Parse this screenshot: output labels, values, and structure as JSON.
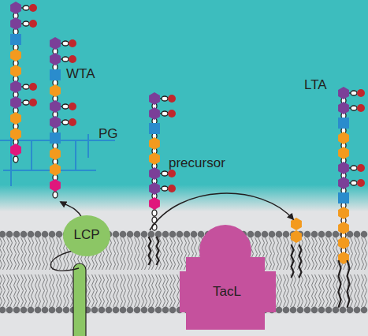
{
  "diagram": {
    "nodes": [
      {
        "text": [
          "LCP"
        ]
      },
      {
        "text": [
          "TacL"
        ]
      }
    ],
    "labels": [
      "WTA",
      "PG",
      "precursor",
      "LTA"
    ]
  }
}
